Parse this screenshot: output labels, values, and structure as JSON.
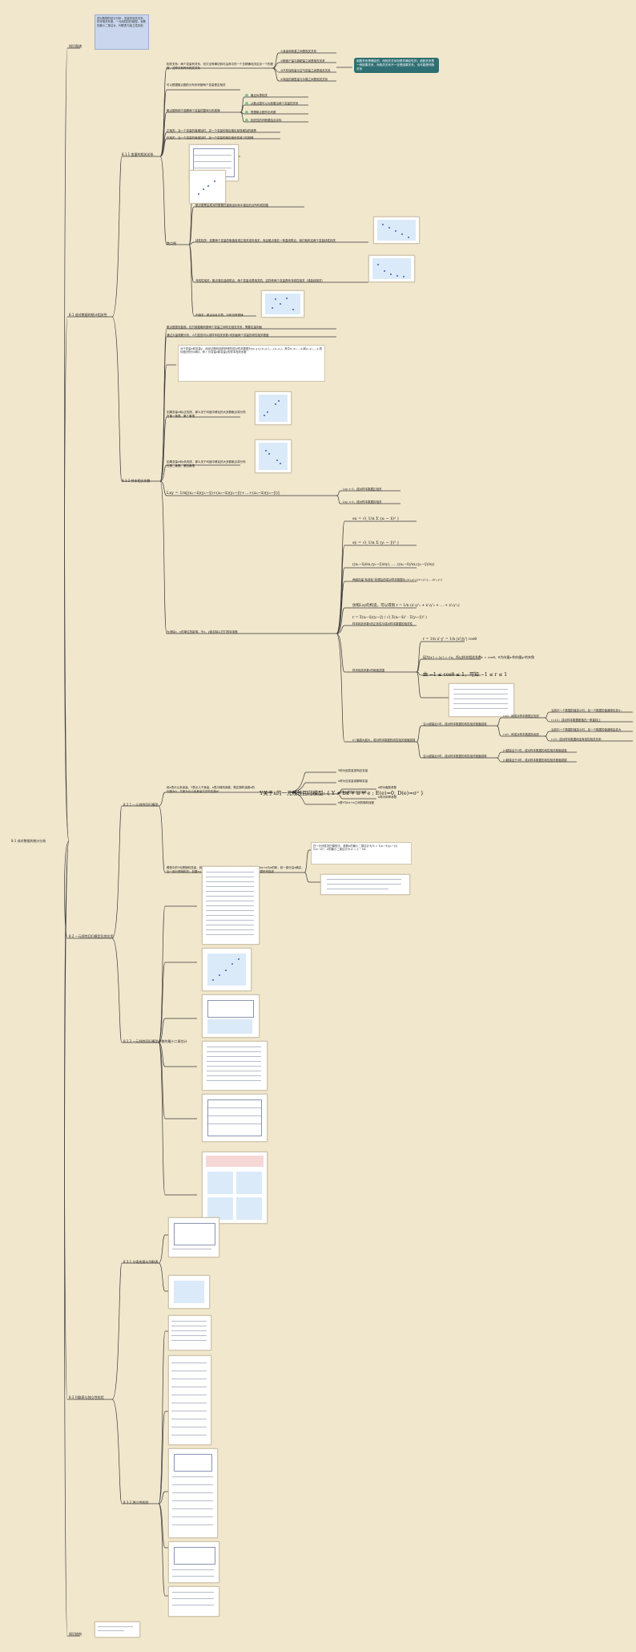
{
  "root": {
    "label": "8.1 成对数据的统计分析"
  },
  "branches": {
    "top_label": "知识图谱",
    "bottom_label": "知识结构",
    "sec1": {
      "label": "8.1 成对数据的统计相关性"
    },
    "sec2": {
      "label": "8.2 一元线性回归模型及其应用"
    },
    "sec3": {
      "label": "8.3 列联表与独立性检验"
    }
  },
  "sec1_children": {
    "sub1": {
      "label": "8.1.1 变量的相关关系"
    },
    "sub2": {
      "label": "8.1.2 样本相关系数"
    }
  },
  "sub1_nodes": {
    "relation_def": "相关关系：两个变量有关系，但又没有确切到可由其中的一个去精确地决定另一个的程度，这种关系称为相关关系",
    "relation_list": [
      "①身高和体重之间是相关关系",
      "②粮食产量与施肥量之间是相关关系",
      "③汽车保有量与空气质量之间是相关关系",
      "④商品的销售量与价格之间是相关关系"
    ],
    "relation_note": "函数关系是确定的，而相关关系则是非确定性的；函数关系是一种因果关系，而相关关系不一定是因果关系，也可能是伴随关系",
    "scatter_judge": "可以根据散点图的分布来判断两个变量是否相关",
    "scatter_method": "散点图有助于观察两个变量的整体分布规律",
    "scatter_steps": [
      "最近似零相关",
      "从散点图可以大致看出两个变量的关系",
      "根据散点图作出判断",
      "相关性的判断要结合实际"
    ],
    "positive": "正相关：当一个变量的值增加时，另一个变量的相应值也呈现增加的趋势",
    "negative": "负相关：当一个变量的值增加时，另一个变量的相应值呈现减少的趋势",
    "scatter_root": "散点图",
    "scatter_def": "散点图是由成对的数据在直角坐标系中描出的点所构成的图",
    "linear_corr": "线性相关：如果两个变量的取值呈现正相关或负相关，而且散点落在一条直线附近，我们就称这两个变量线性相关",
    "nonlinear_corr": "非线性相关：散点落在曲线附近，两个变量也是相关的，这样称两个变量具有非线性相关（或曲线相关）",
    "no_corr": "不相关：散点杂乱无章，分布没有规律"
  },
  "sub2_nodes": {
    "quant_need": "散点图虽然直观，但只能粗略判断两个变量之间有无相关关系，需要定量刻画",
    "r_intro": "通过大量观察分析，人们发现可以用样本相关系数r来刻画两个变量的线性相关程度",
    "r_box": "对于变量x和变量y，设经过随机抽样获得的成对样本数据为(x₁,y₁),(x₂,y₂),…,(xₙ,yₙ)，其中x₁,x₂,…,xₙ和y₁,y₂,…,yₙ的均值分别为x̄和ȳ，称 r 为变量x和变量y的样本相关系数",
    "quad_pos": "如果变量x和y正相关，那么关于均值平移后的大多数散点将分布在第一象限、第三象限",
    "quad_neg": "如果变量x和y负相关，那么关于均值平移后的大多数散点将分布在第二象限、第四象限",
    "lxy_formula": "Lxy = 1/n[(x₁−x̄)(y₁−ȳ)+(x₂−x̄)(y₂−ȳ)+…+(xₙ−x̄)(yₙ−ȳ)]",
    "lxy_pos": "Lxy > 0，成对样本数据正相关",
    "lxy_neg": "Lxy < 0，成对样本数据负相关",
    "scale_note": "为消除x、y的单位的影响，令x、y各自除以它们的标准差",
    "sx_formula": "sx = √( 1/n Σ (xᵢ − x̄)² )",
    "sy_formula": "sy = √( 1/n Σ (yᵢ − ȳ)² )",
    "std_vector": "((x₁−x̄)/sx,(y₁−ȳ)/sy), … ,((xₙ−x̄)/sx,(yₙ−ȳ)/sy)",
    "r_vector_note": "两组向量\"标准化\"处理后的成对样本数据为 (x'₁,y'₁),(x'₂,y'₂),…,(x'ₙ,y'ₙ)",
    "r_formula_mid": "仿照Lxy的构造，可以得到 r = 1/n (x'₁y'₁ + x'₂y'₂ + … + x'ₙy'ₙ)",
    "r_formula": "r = Σ(xᵢ−x̄)(yᵢ−ȳ) / √( Σ(xᵢ−x̄)² · Σ(yᵢ−ȳ)² )",
    "r_sign": "样本相关系数r的正负性与成对样本数据的相关性",
    "r_range_label": "样本相关系数r的取值范围",
    "r_cos": "r = 1/n x'·y' = 1/n |x'||y'| cosθ",
    "r_cos2": "因为|x'| = |y'| = √n，所以样本相关系数r = cosθ，θ为向量x'和向量y'的夹角",
    "r_bound": "由 −1 ≤ cosθ ≤ 1，可知 −1 ≤ r ≤ 1",
    "r_abs": "|r| 值越大越大，成对样本数据的线性相关程度越强",
    "r_pos": "r>0：称成对样本数据正相关",
    "r_neg": "r<0：称成对样本数据负相关",
    "r_one": "r=±1：成对样本数据都落在一条直线上",
    "r_zero": "r=0：成对样本数据间没有线性相关关系",
    "r_pos_detail": "当其中一个数据的值变小时，另一个数据的值通常也变小",
    "r_neg_detail": "当其中一个数据的值变小时，另一个数据的值通常会变大",
    "r_strength": "当|r|越接近1时，成对样本数据的线性相关程度越强",
    "r_weak": "当|r|越接近0时，成对样本数据的线性相关程度越弱",
    "r_summary": "|r|越接近于1时，成对样本数据的线性相关程度越强",
    "r_summary2": "|r|越接近于0时，成对样本数据的线性相关程度越弱"
  },
  "sec2_children": {
    "sub1": {
      "label": "8.2.1 一元线性回归模型"
    },
    "sub2": {
      "label": "8.2.2 一元线性回归模型参数的最小二乘估计"
    }
  },
  "sec2_nodes": {
    "model_def": "用x表示父亲身高，Y表示儿子身高，e表示随机误差，假定随机误差e的均值为0，方差为与父亲身高无关的定值σ²",
    "model_formula": "Y关于x的一元线性回归模型: { Y = bx + a + e ; E(e)=0, D(e)=σ² }",
    "model_items": [
      "Y称为因变量或响应变量",
      "x称为自变量或解释变量",
      "a和b为模型的未知参数",
      "e是Y与bx+a之间的随机误差"
    ],
    "model_sub": [
      "a称为截距参数",
      "b称为斜率参数"
    ],
    "residual_note": "模型中的Y也是随机变量，其值虽然不能由变量x的值确定，但是却能表示为bx+a与e的和，前一部分由x确定，后一部分是随机的；如果e=0，那么Y与x之间的关系就可以用一元线性函数模型来描述",
    "residual_box": "在一元线性回归模型中，参数b的最小二乘估计为 b̂ = Σ(xᵢ−x̄)(yᵢ−ȳ)/Σ(xᵢ−x̄)²，a的最小二乘估计为 â = ȳ − b̂x̄"
  },
  "sec3_children": {
    "sub1": {
      "label": "8.3.1 分类变量与列联表"
    },
    "sub2": {
      "label": "8.3.2 独立性检验"
    }
  },
  "top_box_text": "成对数据的统计分析：变量的相关关系、样本相关系数、一元线性回归模型、参数的最小二乘估计、列联表与独立性检验"
}
